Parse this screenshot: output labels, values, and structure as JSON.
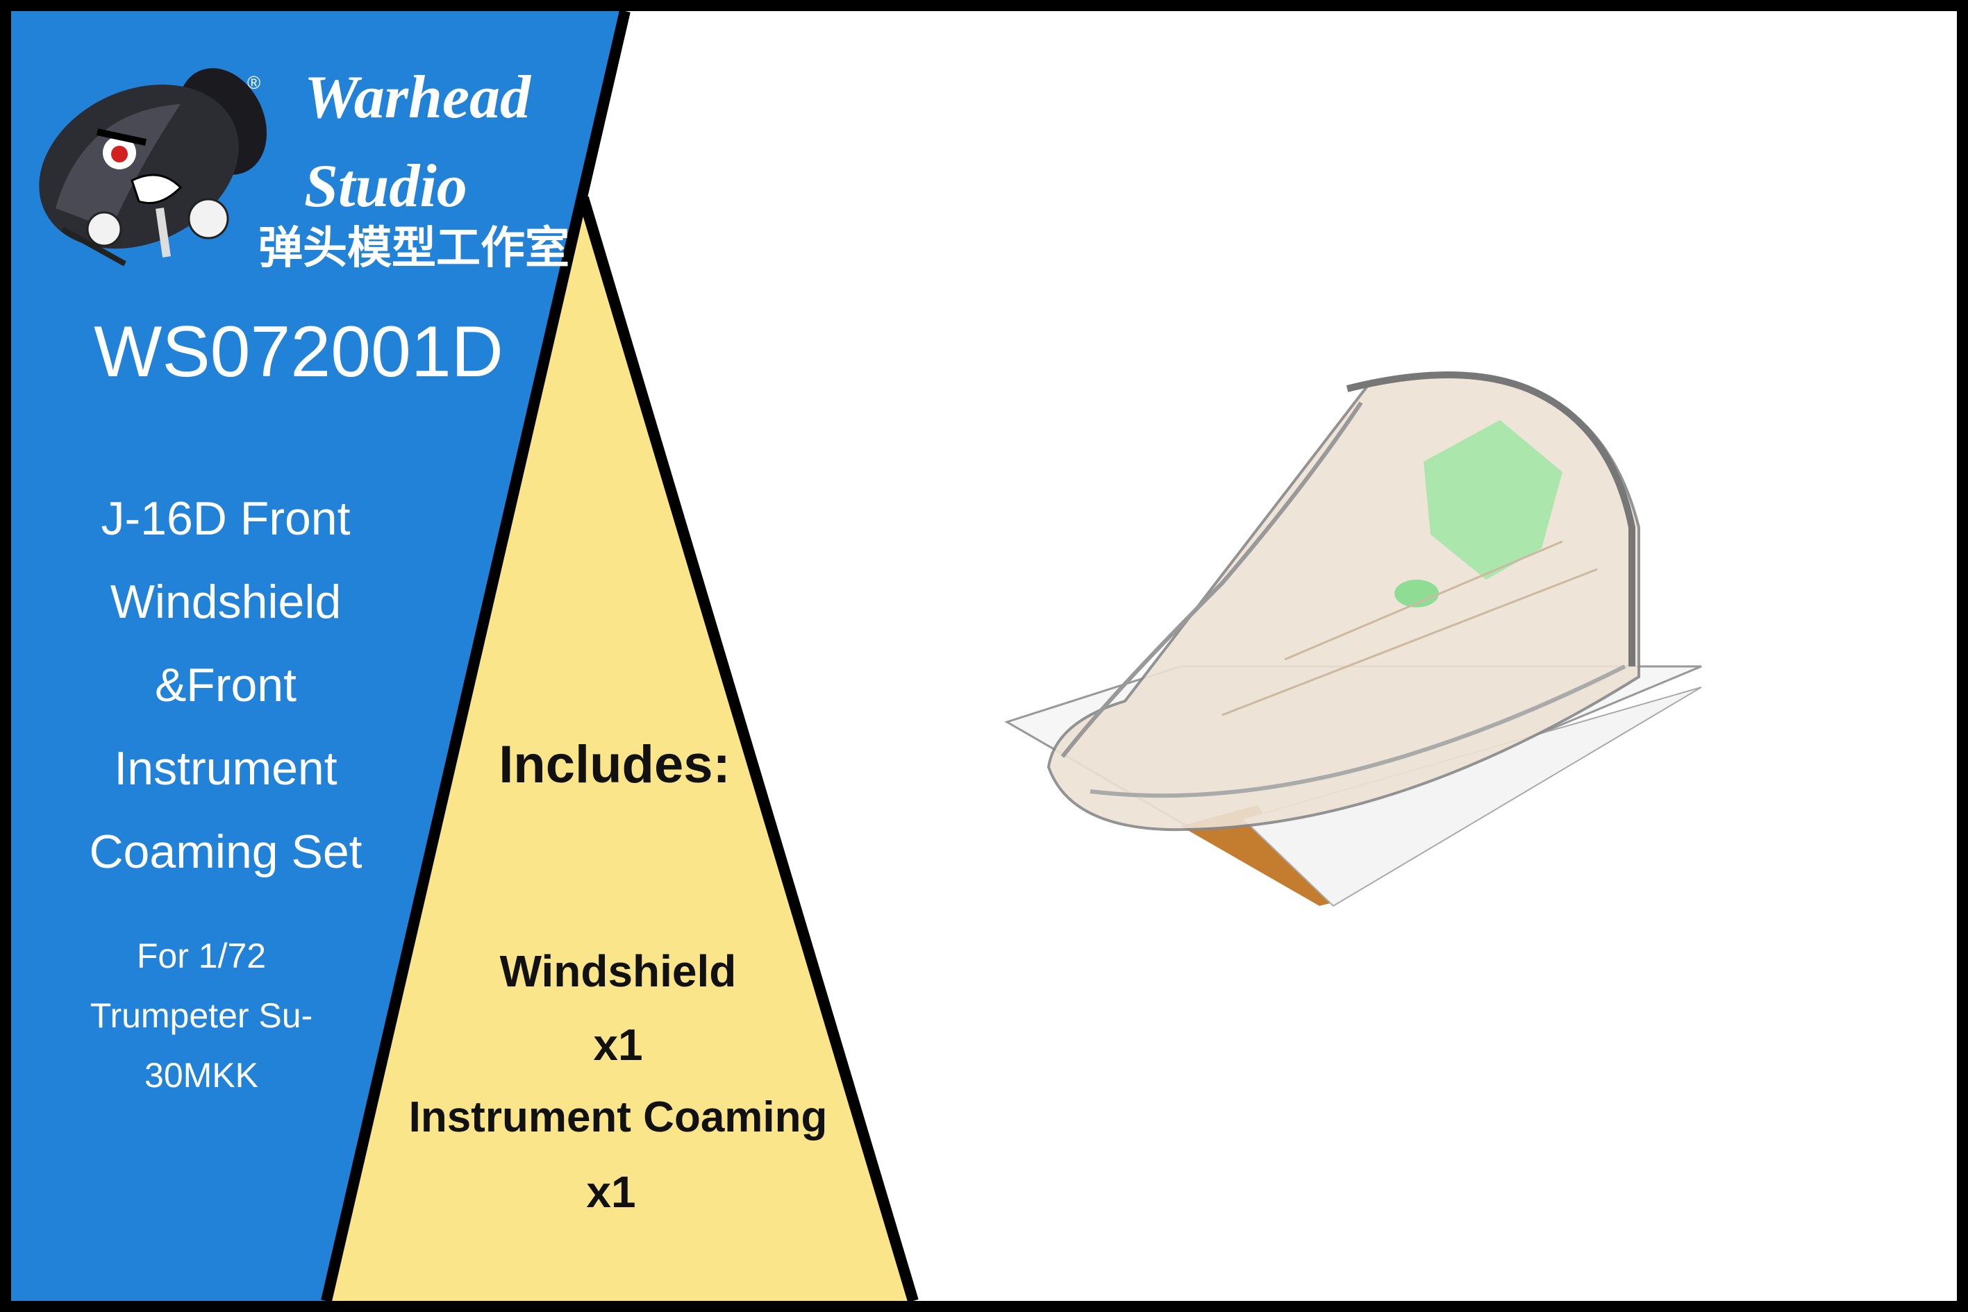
{
  "brand": {
    "name_line1": "Warhead",
    "name_line2": "Studio",
    "name_cn": "弹头模型工作室",
    "registered_mark": "®"
  },
  "product": {
    "code": "WS072001D",
    "title_lines": [
      "J-16D Front",
      "Windshield",
      "&Front",
      "Instrument",
      "Coaming Set"
    ],
    "compat_lines": [
      "For 1/72",
      "Trumpeter Su-",
      "30MKK"
    ]
  },
  "includes": {
    "heading": "Includes:",
    "items": [
      "Windshield",
      "x1",
      "Instrument Coaming",
      "x1"
    ]
  },
  "colors": {
    "blue_panel": "#2182d8",
    "yellow_panel": "#fbe58b",
    "border": "#000000",
    "background": "#ffffff"
  },
  "icons": [
    "warhead-mascot-logo",
    "windshield-render"
  ]
}
